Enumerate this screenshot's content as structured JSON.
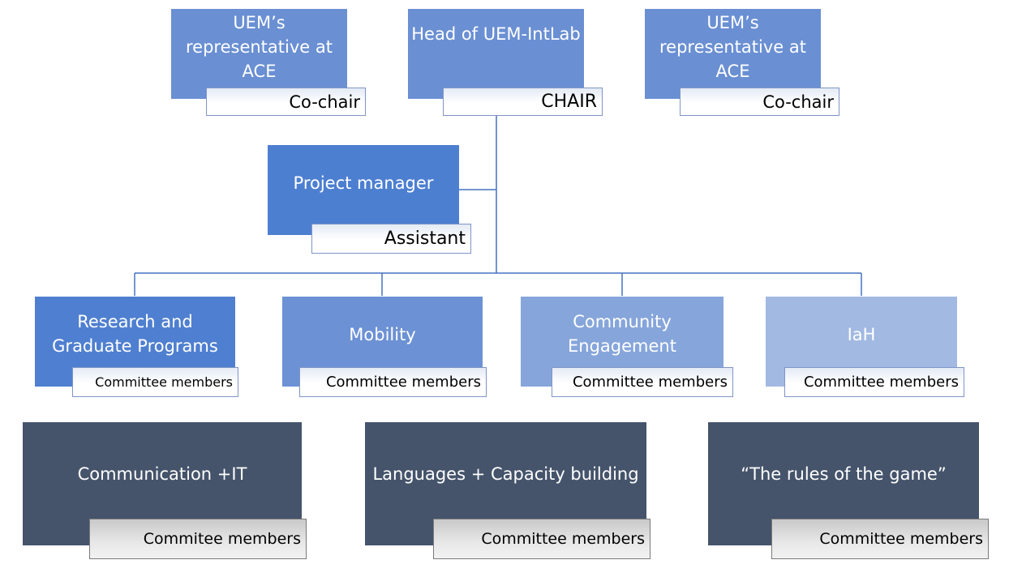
{
  "diagram": {
    "top_nodes": [
      {
        "id": "rep-left",
        "title": "UEM’s representative at ACE",
        "role": "Co-chair"
      },
      {
        "id": "head",
        "title": "Head of UEM-IntLab",
        "role": "CHAIR"
      },
      {
        "id": "rep-right",
        "title": "UEM’s representative at ACE",
        "role": "Co-chair"
      }
    ],
    "assistant_node": {
      "title": "Project manager",
      "role": "Assistant"
    },
    "committees": [
      {
        "id": "research",
        "title": "Research and Graduate Programs",
        "role": "Committee members"
      },
      {
        "id": "mobility",
        "title": "Mobility",
        "role": "Committee members"
      },
      {
        "id": "community",
        "title": "Community Engagement",
        "role": "Committee members"
      },
      {
        "id": "iah",
        "title": "IaH",
        "role": "Committee members"
      }
    ],
    "support_nodes": [
      {
        "id": "communication",
        "title": "Communication +IT",
        "role": "Commitee members"
      },
      {
        "id": "languages",
        "title": "Languages + Capacity building",
        "role": "Committee members"
      },
      {
        "id": "rules",
        "title": "“The rules of the game”",
        "role": "Committee members"
      }
    ],
    "colors": {
      "top": "#6a8fd3",
      "project_manager": "#4d7fd1",
      "research": "#4f7fd0",
      "mobility": "#6c91d5",
      "community": "#86a5db",
      "iah": "#a2b9e2",
      "support": "#45546b",
      "connector": "#4472c4"
    }
  }
}
